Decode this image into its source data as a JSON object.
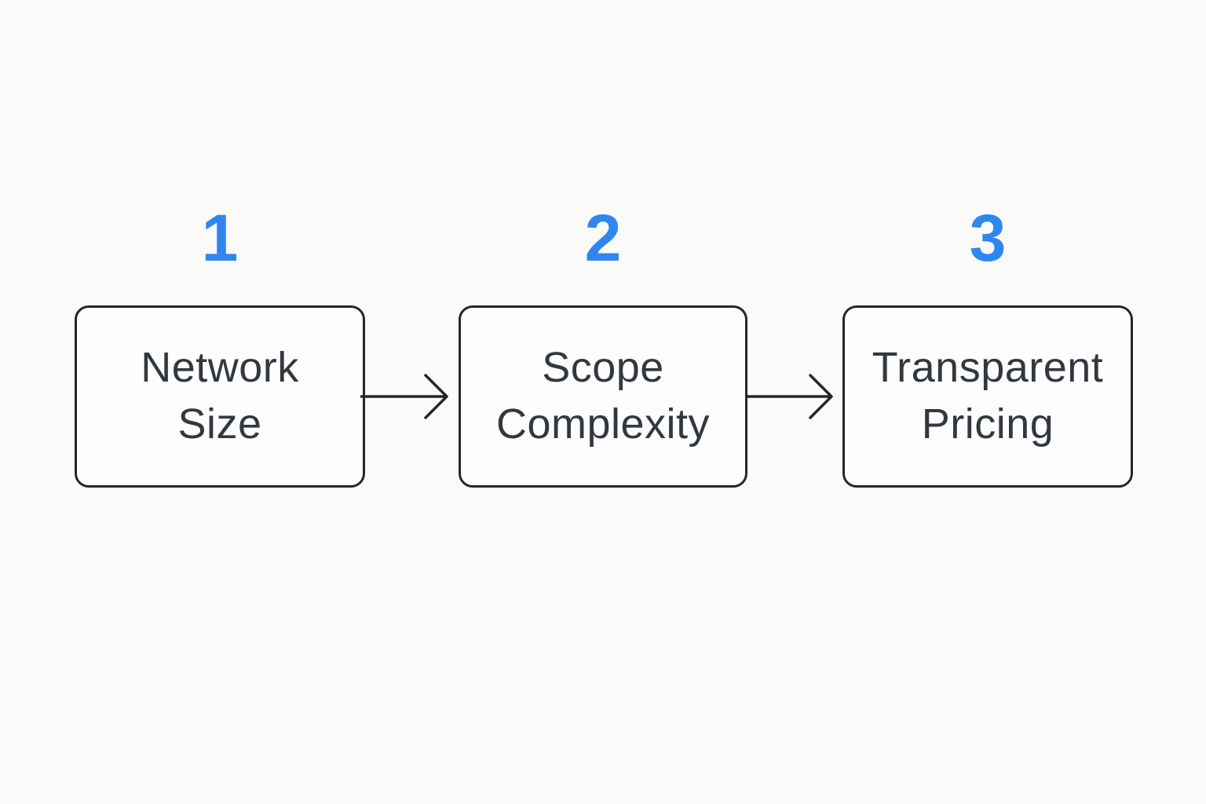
{
  "diagram": {
    "type": "flowchart",
    "direction": "left-to-right",
    "steps": [
      {
        "number": "1",
        "label": "Network Size"
      },
      {
        "number": "2",
        "label": "Scope Complexity"
      },
      {
        "number": "3",
        "label": "Transparent Pricing"
      }
    ],
    "connectors": [
      {
        "from": "Network Size",
        "to": "Scope Complexity",
        "style": "arrow-right"
      },
      {
        "from": "Scope Complexity",
        "to": "Transparent Pricing",
        "style": "arrow-right"
      }
    ],
    "colors": {
      "background": "#fafaf9",
      "box_fill": "#fdfdfd",
      "box_border": "#22272e",
      "box_text": "#31383f",
      "step_number_accent": "#2f86ef",
      "arrow": "#22272e"
    }
  }
}
